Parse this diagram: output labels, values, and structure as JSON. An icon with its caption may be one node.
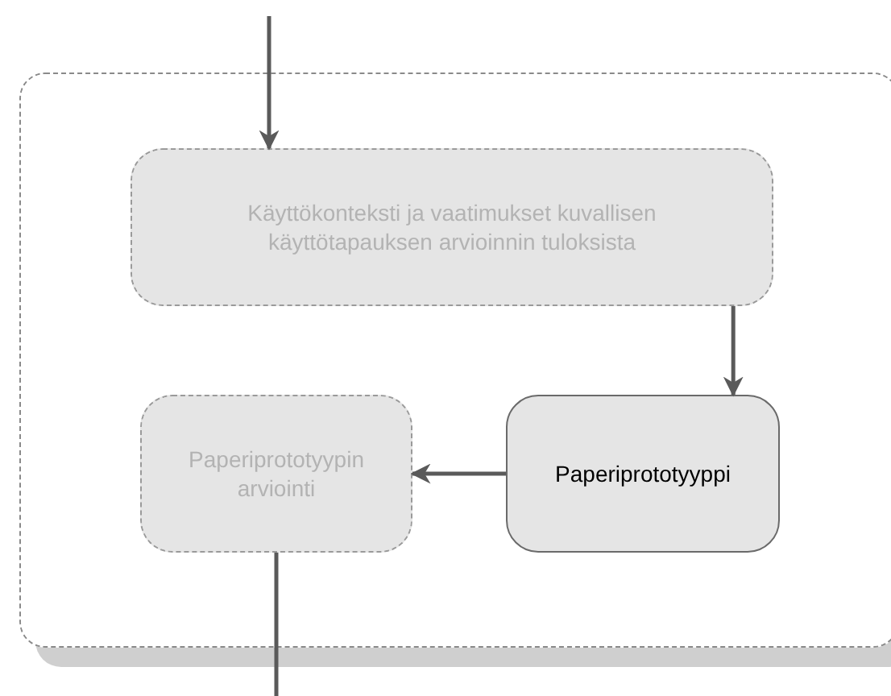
{
  "diagram": {
    "nodes": [
      {
        "text": [],
        "shape": "box"
      },
      {
        "text": [
          "Käyttökonteksti ja vaatimukset kuvallisen käyttötapauksen arvioinnin tuloksista"
        ],
        "in": 0
      },
      {
        "text": [
          "Paperiprototyypin arviointi"
        ],
        "in": 0
      },
      {
        "text": [
          "Paperiprototyyppi"
        ],
        "in": 0
      }
    ],
    "edges": [
      {
        "from": null,
        "to": 1,
        "arrow": "to"
      },
      {
        "from": 1,
        "to": 3,
        "arrow": "to"
      },
      {
        "from": 3,
        "to": 2,
        "arrow": "to"
      },
      {
        "from": 2,
        "to": null,
        "arrow": "none"
      }
    ]
  }
}
